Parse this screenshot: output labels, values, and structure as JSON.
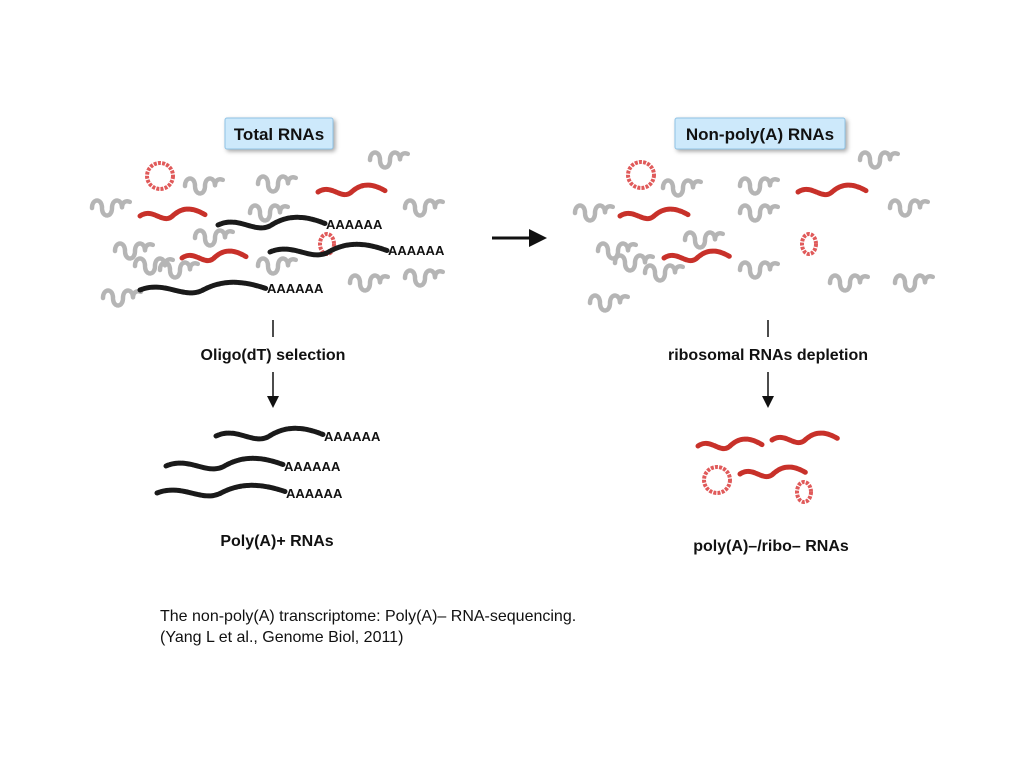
{
  "left_panel": {
    "title": "Total RNAs",
    "step_label": "Oligo(dT) selection",
    "result_label": "Poly(A)+ RNAs",
    "polya_tails": [
      "AAAAAA",
      "AAAAAA",
      "AAAAAA"
    ],
    "result_tails": [
      "AAAAAA",
      "AAAAAA",
      "AAAAAA"
    ]
  },
  "right_panel": {
    "title": "Non-poly(A) RNAs",
    "step_label": "ribosomal RNAs depletion",
    "result_label": "poly(A)–/ribo– RNAs"
  },
  "caption": {
    "line1": "The non-poly(A) transcriptome: Poly(A)– RNA-sequencing.",
    "line2": "(Yang L et al., Genome Biol, 2011)"
  },
  "colors": {
    "title_box_fill": "#cde9fb",
    "title_box_stroke": "#8fc3e6",
    "ribosomal_rna": "#b5b5b5",
    "non_polya_rna": "#c8312a",
    "polya_rna": "#1a1a1a",
    "circular_rna": "#e05a5a"
  }
}
